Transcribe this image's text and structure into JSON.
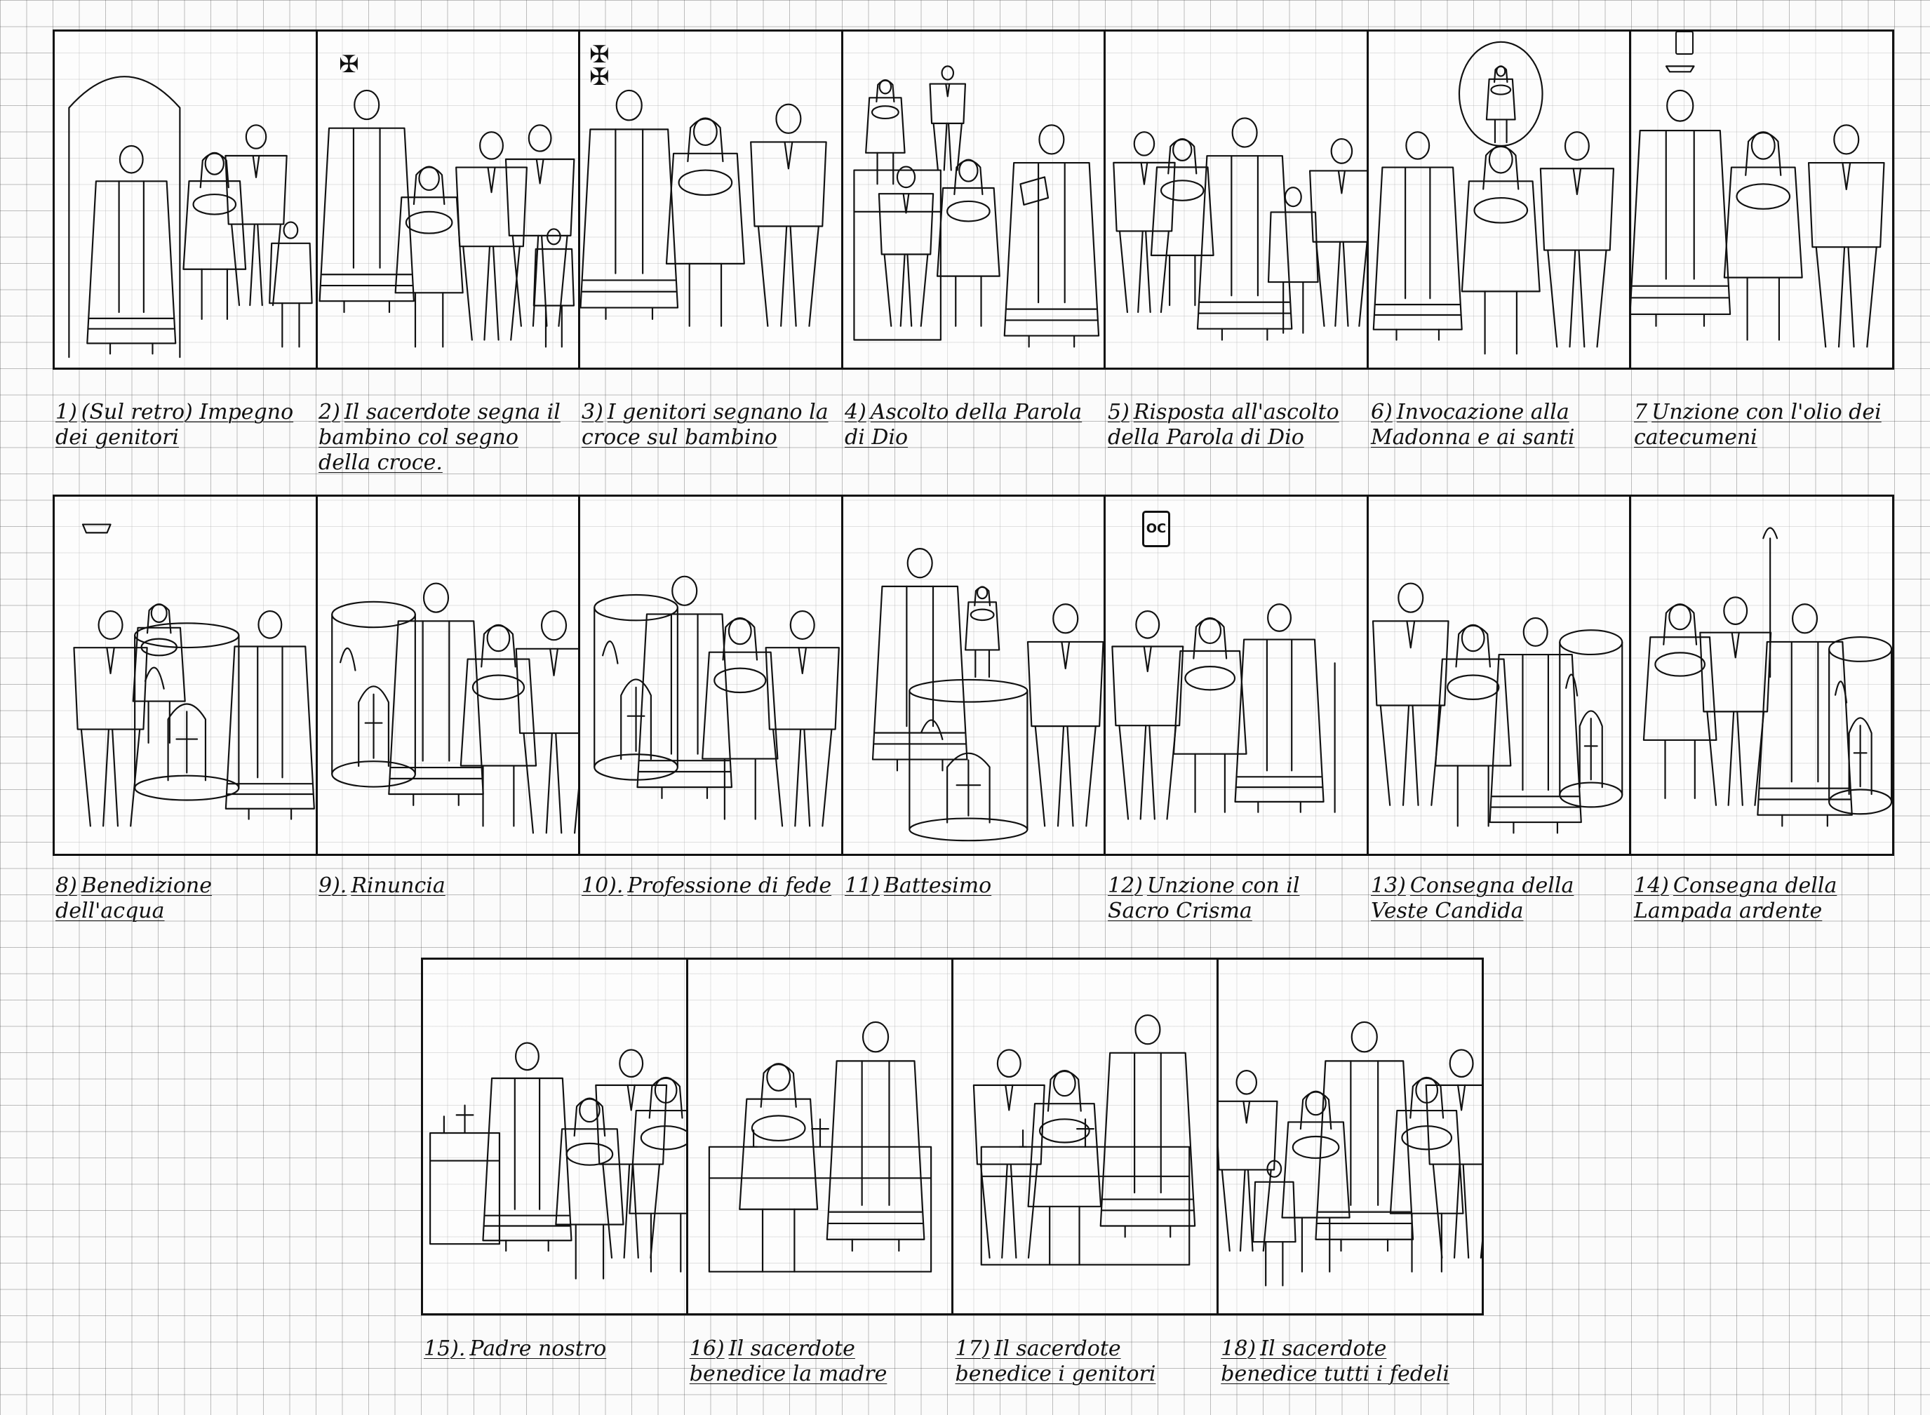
{
  "rows": [
    {
      "panels": [
        {
          "num": "1)",
          "caption": "(Sul retro) Impegno dei genitori",
          "scene": "door"
        },
        {
          "num": "2)",
          "caption": "Il sacerdote segna il bambino col segno della croce.",
          "scene": "cross-family"
        },
        {
          "num": "3)",
          "caption": "I genitori segnano la croce sul bambino",
          "scene": "parents-sign"
        },
        {
          "num": "4)",
          "caption": "Ascolto della Parola di Dio",
          "scene": "word"
        },
        {
          "num": "5)",
          "caption": "Risposta all'ascolto della Parola di Dio",
          "scene": "response"
        },
        {
          "num": "6)",
          "caption": "Invocazione alla Madonna e ai santi",
          "scene": "madonna"
        },
        {
          "num": "7",
          "caption": "Unzione con l'olio dei catecumeni",
          "scene": "oil"
        }
      ]
    },
    {
      "panels": [
        {
          "num": "8)",
          "caption": "Benedizione dell'acqua",
          "scene": "font-bless"
        },
        {
          "num": "9).",
          "caption": "Rinuncia",
          "scene": "font-renounce"
        },
        {
          "num": "10).",
          "caption": "Professione di fede",
          "scene": "font-profess"
        },
        {
          "num": "11)",
          "caption": "Battesimo",
          "scene": "font-baptism"
        },
        {
          "num": "12)",
          "caption": "Unzione con il Sacro Crisma",
          "scene": "chrism"
        },
        {
          "num": "13)",
          "caption": "Consegna della Veste Candida",
          "scene": "garment"
        },
        {
          "num": "14)",
          "caption": "Consegna della Lampada ardente",
          "scene": "candle"
        }
      ]
    },
    {
      "panels": [
        {
          "num": "15).",
          "caption": "Padre nostro",
          "scene": "altar-family"
        },
        {
          "num": "16)",
          "caption": "Il sacerdote benedice la madre",
          "scene": "altar-mother"
        },
        {
          "num": "17)",
          "caption": "Il sacerdote benedice i genitori",
          "scene": "altar-parents"
        },
        {
          "num": "18)",
          "caption": "Il sacerdote benedice tutti i fedeli",
          "scene": "faithful"
        }
      ]
    }
  ],
  "icons": {
    "cross": "✠",
    "oil_jar_label": "OC"
  }
}
